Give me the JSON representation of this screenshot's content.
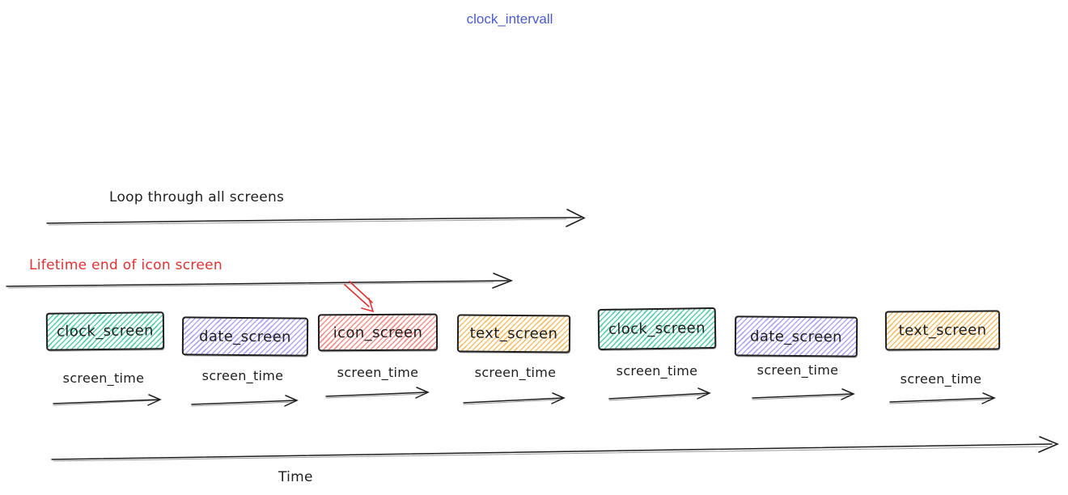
{
  "title": {
    "text": "clock_intervall",
    "color": "#4a5bd0"
  },
  "annotations": {
    "loop_label": "Loop through all screens",
    "lifetime_label": "Lifetime end of icon screen",
    "screen_time_label": "screen_time",
    "time_axis_label": "Time"
  },
  "colors": {
    "ink": "#1e1e1e",
    "red_accent": "#e03131",
    "teal_hatch": "#58cdab",
    "purple_hatch": "#b2a6f2",
    "pink_hatch": "#f2918b",
    "yellow_hatch": "#f4c16a"
  },
  "screens": [
    {
      "label": "clock_screen",
      "color": "#58cdab"
    },
    {
      "label": "date_screen",
      "color": "#b2a6f2"
    },
    {
      "label": "icon_screen",
      "color": "#f2918b"
    },
    {
      "label": "text_screen",
      "color": "#f4c16a"
    },
    {
      "label": "clock_screen",
      "color": "#58cdab"
    },
    {
      "label": "date_screen",
      "color": "#b2a6f2"
    },
    {
      "label": "text_screen",
      "color": "#f4c16a"
    }
  ],
  "icons": {
    "red_pointer": "arrow-pointing-to-icon-screen"
  }
}
